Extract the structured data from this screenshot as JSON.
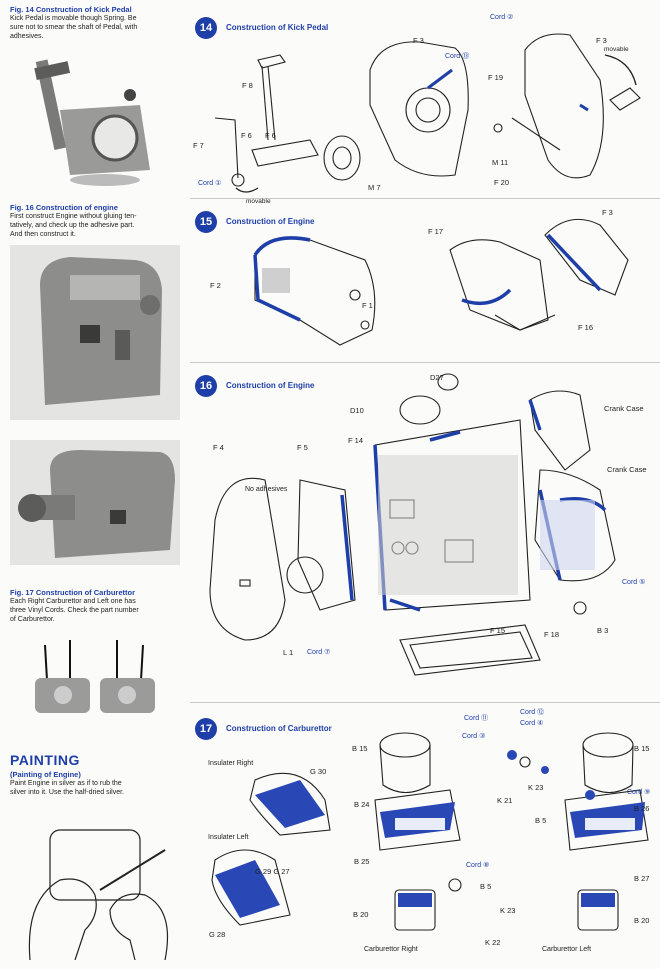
{
  "left_column": {
    "fig14": {
      "title": "Fig. 14 Construction of Kick Pedal",
      "body": [
        "Kick Pedal is movable though Spring. Be",
        "sure not to smear the shaft of Pedal, with",
        "adhesives."
      ]
    },
    "fig16": {
      "title": "Fig. 16 Construction of engine",
      "body": [
        "First construct Engine without gluing ten-",
        "tatively, and check up the adhesive part.",
        "And then construct it."
      ]
    },
    "fig17": {
      "title": "Fig. 17 Construction of Carburettor",
      "body": [
        "Each Right Carburettor and Left one has",
        "three Vinyl Cords. Check the part number",
        "of Carburettor."
      ]
    },
    "painting": {
      "heading": "PAINTING",
      "subheading": "(Painting of Engine)",
      "body": [
        "Paint Engine in silver as if to rub the",
        "silver into it. Use the half-dried silver."
      ]
    }
  },
  "steps": [
    {
      "num": "14",
      "title": "Construction of Kick Pedal"
    },
    {
      "num": "15",
      "title": "Construction of Engine"
    },
    {
      "num": "16",
      "title": "Construction of Engine"
    },
    {
      "num": "17",
      "title": "Construction of Carburettor"
    }
  ],
  "s14": {
    "f3a": "F 3",
    "f8": "F 8",
    "f7": "F 7",
    "f6a": "F 6",
    "f6b": "F 6",
    "m7": "M 7",
    "cord1": "Cord ①",
    "movable1": "movable",
    "cord13": "Cord ⑬",
    "cord2": "Cord ②",
    "f3b": "F 3",
    "movable2": "movable",
    "f19": "F 19",
    "m11": "M 11",
    "f20": "F 20"
  },
  "s15": {
    "f2": "F 2",
    "f1": "F 1",
    "f17": "F 17",
    "f3": "F 3",
    "f16": "F 16"
  },
  "s16": {
    "d27": "D27",
    "d10": "D10",
    "f14": "F 14",
    "crank1": "Crank Case",
    "f4": "F 4",
    "f5": "F 5",
    "noadh": "No adhesives",
    "crank2": "Crank Case",
    "cord5": "Cord ⑤",
    "l1": "L 1",
    "cord7": "Cord ⑦",
    "f15": "F 15",
    "f18": "F 18",
    "b3": "B 3"
  },
  "s17": {
    "ins_right": "Insulater Right",
    "g30": "G 30",
    "ins_left": "Insulater Left",
    "g29g27": "G 29 G 27",
    "g28": "G 28",
    "cord11": "Cord ⑪",
    "cord3": "Cord ③",
    "b15a": "B 15",
    "b24": "B 24",
    "b25a": "B 25",
    "cord8": "Cord ⑧",
    "b5a": "B 5",
    "k23a": "K 23",
    "b20a": "B 20",
    "carb_right": "Carburettor Right",
    "k22": "K 22",
    "cord12": "Cord ⑫",
    "cord4": "Cord ④",
    "b15b": "B 15",
    "cord9": "Cord ⑨",
    "k21": "K 21",
    "k23b": "K 23",
    "b26": "B 26",
    "b5b": "B 5",
    "b27": "B 27",
    "b20b": "B 20",
    "carb_left": "Carburettor Left"
  }
}
